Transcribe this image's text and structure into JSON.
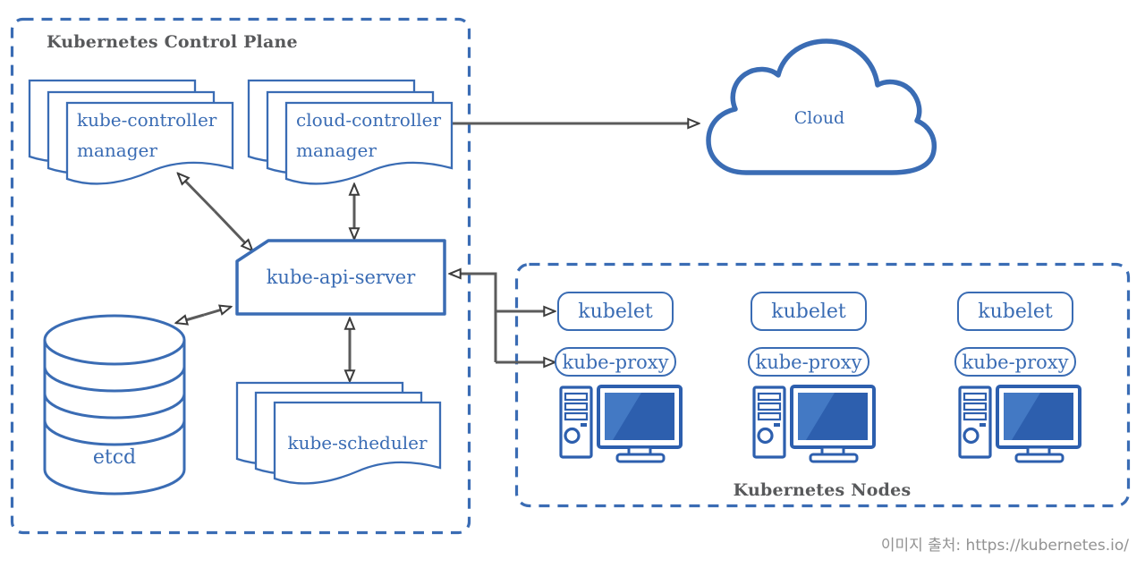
{
  "control_plane": {
    "title": "Kubernetes Control Plane",
    "kube_controller_manager": {
      "line1": "kube-controller",
      "line2": "manager"
    },
    "cloud_controller_manager": {
      "line1": "cloud-controller",
      "line2": "manager"
    },
    "kube_api_server": "kube-api-server",
    "etcd": "etcd",
    "kube_scheduler": "kube-scheduler"
  },
  "cloud": {
    "label": "Cloud"
  },
  "nodes": {
    "title": "Kubernetes Nodes",
    "items": [
      {
        "kubelet": "kubelet",
        "kube_proxy": "kube-proxy"
      },
      {
        "kubelet": "kubelet",
        "kube_proxy": "kube-proxy"
      },
      {
        "kubelet": "kubelet",
        "kube_proxy": "kube-proxy"
      }
    ]
  },
  "attribution": "이미지 출처: https://kubernetes.io/",
  "icons": {
    "document_stack": "stacked wavy-bottom documents (controller managers, scheduler)",
    "database_cylinder": "etcd stacked-disk database icon",
    "cloud": "cloud outline icon",
    "computer": "tower PC with monitor icon",
    "arrow": "gray connector with hollow triangle head"
  },
  "colors": {
    "blue": "#3a6cb4",
    "screen_dark": "#2d5fae",
    "screen_light": "#4379c4",
    "line_gray": "#5b5b5b",
    "title_gray": "#58595b",
    "attribution_gray": "#929292",
    "background": "#ffffff"
  }
}
